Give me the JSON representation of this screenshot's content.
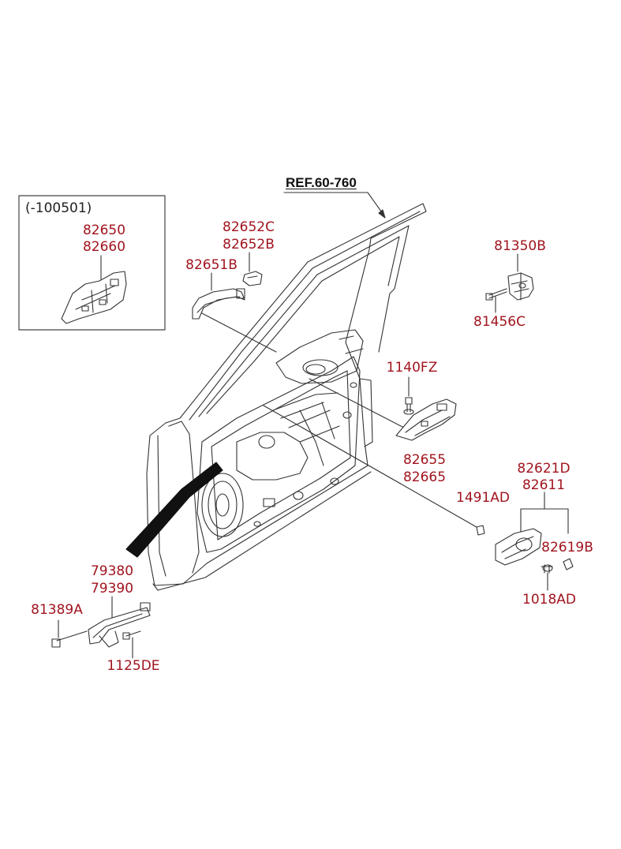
{
  "reference": {
    "label": "REF.60-760"
  },
  "inset": {
    "date_code": "(-100501)",
    "parts": [
      "82650",
      "82660"
    ]
  },
  "callouts": {
    "c82652c": "82652C",
    "c82652b": "82652B",
    "c82651b": "82651B",
    "c81350b": "81350B",
    "c81456c": "81456C",
    "c1140fz": "1140FZ",
    "c82655": "82655",
    "c82665": "82665",
    "c82621d": "82621D",
    "c82611": "82611",
    "c1491ad": "1491AD",
    "c82619b": "82619B",
    "c1018ad": "1018AD",
    "c79380": "79380",
    "c79390": "79390",
    "c81389a": "81389A",
    "c1125de": "1125DE"
  },
  "colors": {
    "callout_text": "#a0141e",
    "line_art": "#333333",
    "reference_text": "#111111"
  }
}
